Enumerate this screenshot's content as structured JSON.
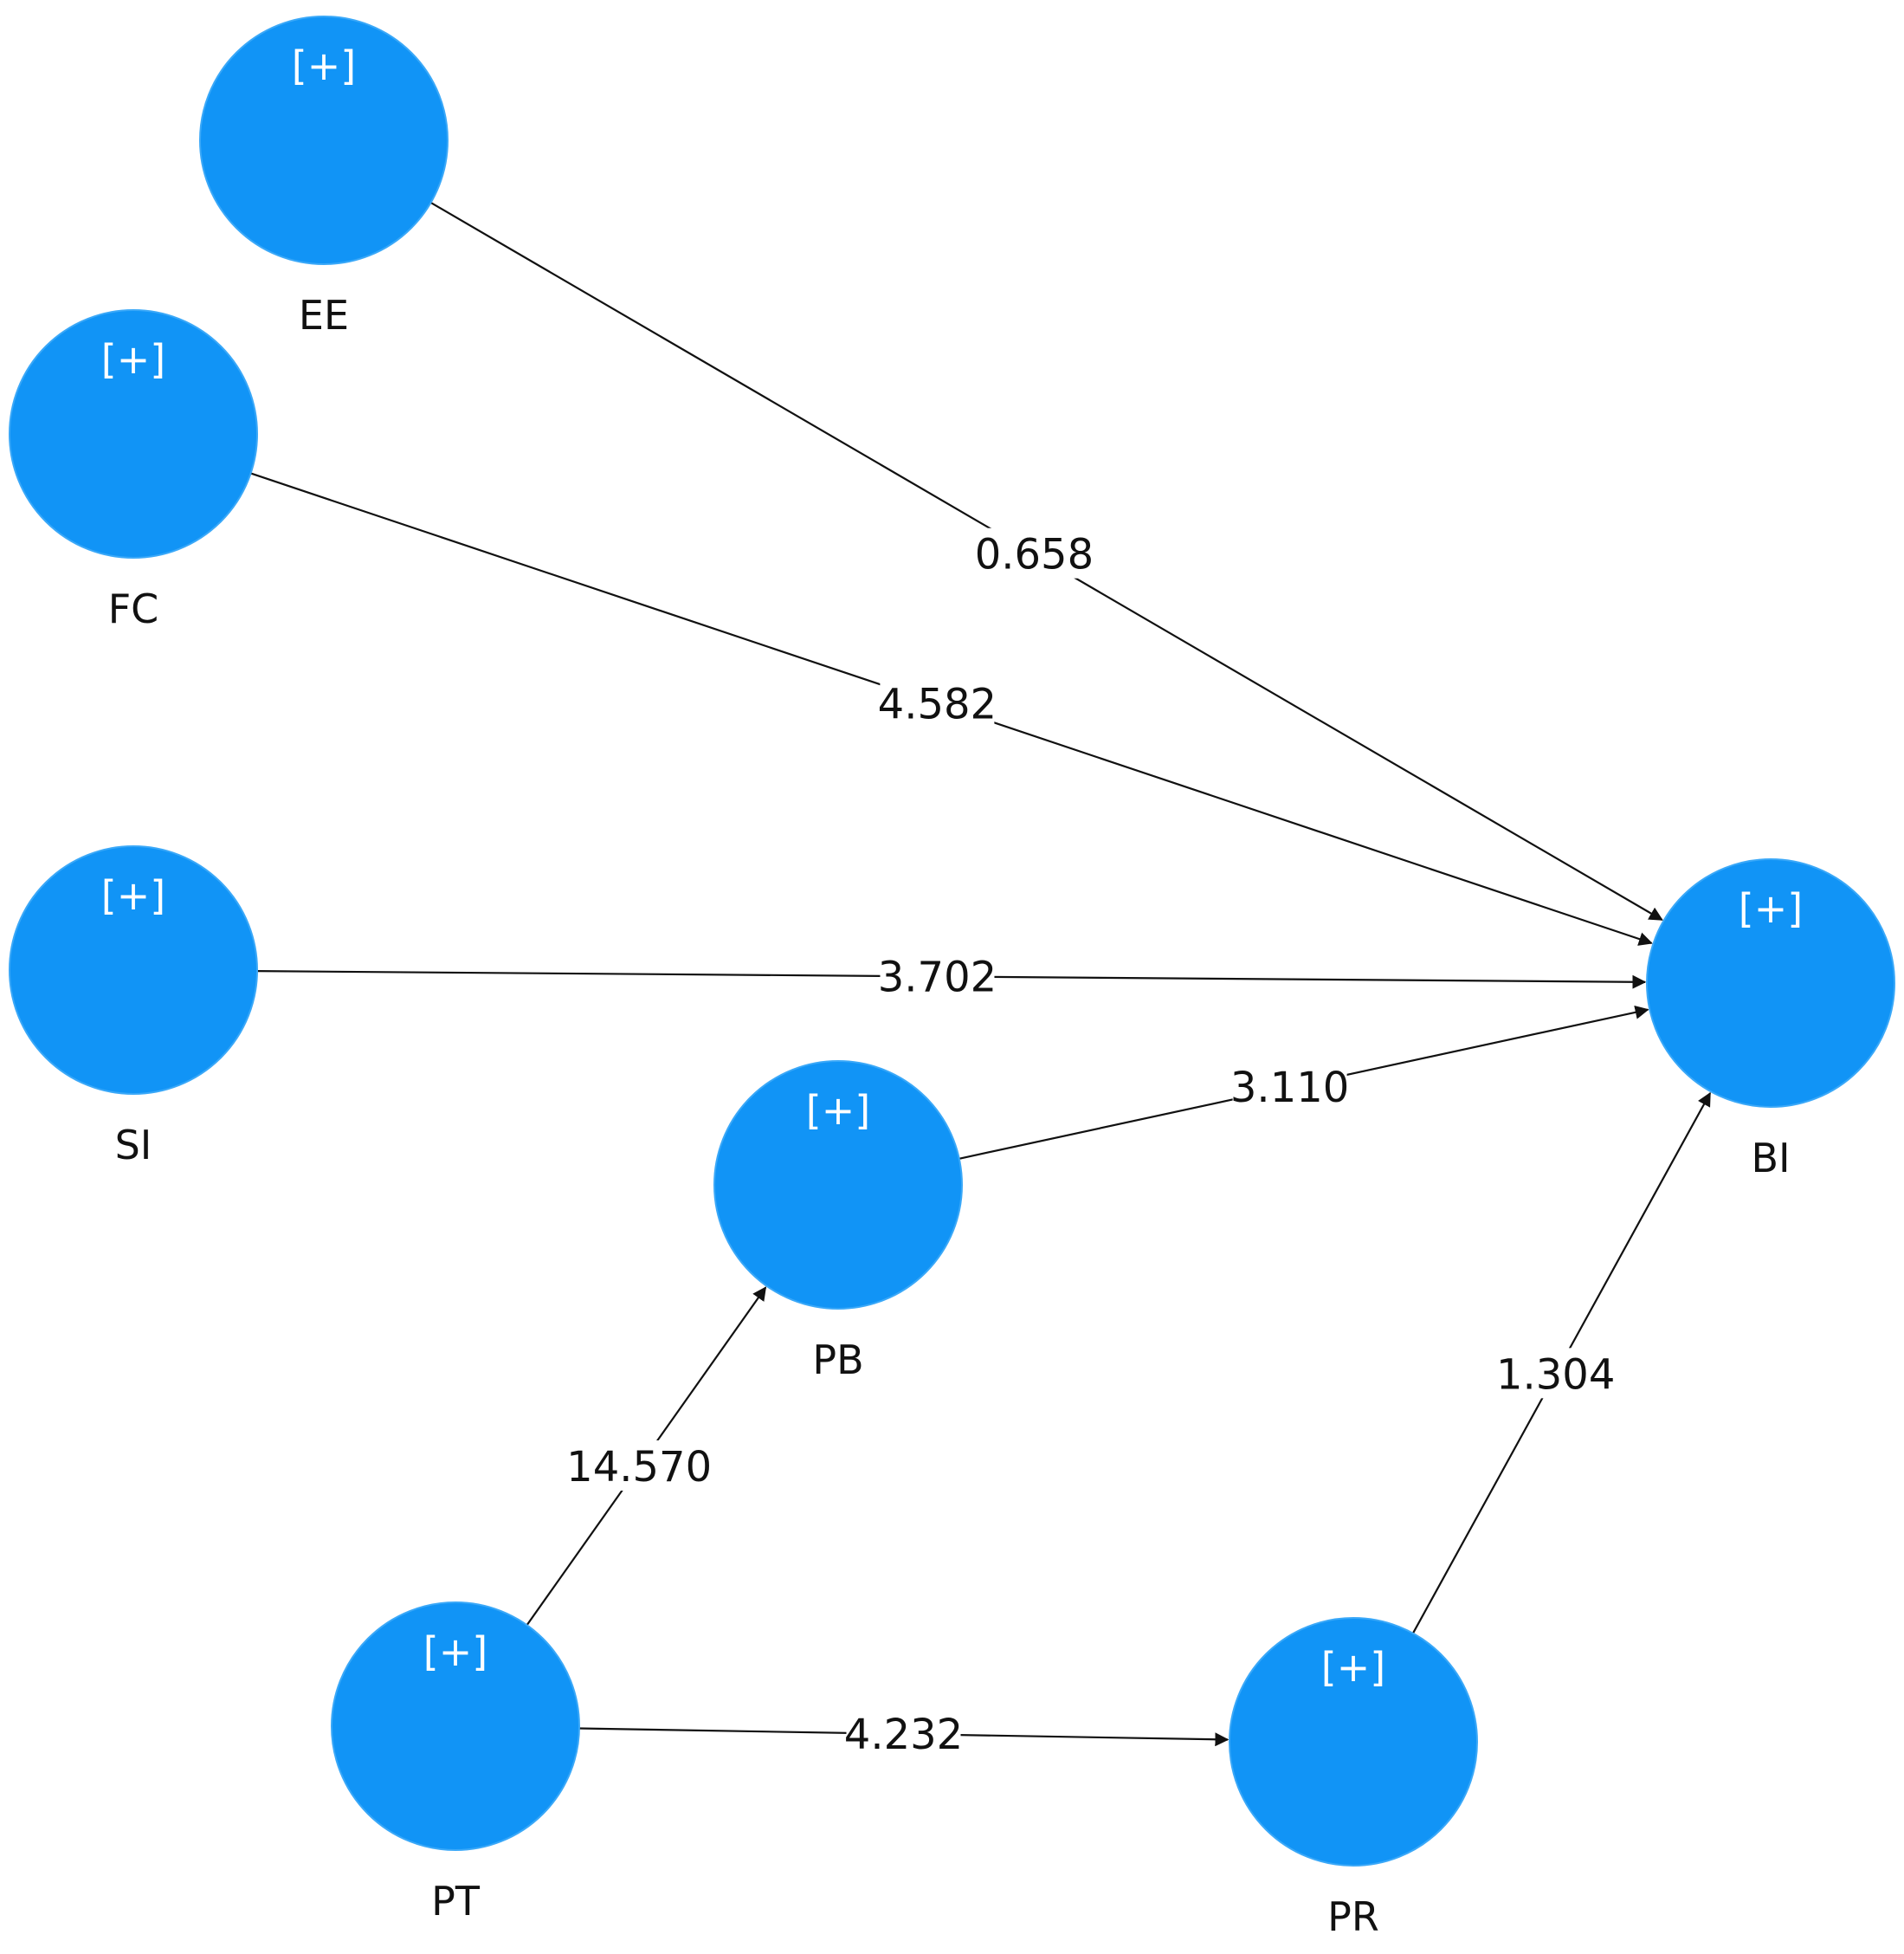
{
  "diagram": {
    "expand_symbol": "[+]",
    "node_color": "#1194f6",
    "nodes": [
      {
        "id": "EE",
        "name": "EE"
      },
      {
        "id": "FC",
        "name": "FC"
      },
      {
        "id": "SI",
        "name": "SI"
      },
      {
        "id": "PB",
        "name": "PB"
      },
      {
        "id": "PT",
        "name": "PT"
      },
      {
        "id": "PR",
        "name": "PR"
      },
      {
        "id": "BI",
        "name": "BI"
      }
    ],
    "paths": [
      {
        "from": "EE",
        "to": "BI",
        "value": "0.658"
      },
      {
        "from": "FC",
        "to": "BI",
        "value": "4.582"
      },
      {
        "from": "SI",
        "to": "BI",
        "value": "3.702"
      },
      {
        "from": "PB",
        "to": "BI",
        "value": "3.110"
      },
      {
        "from": "PT",
        "to": "PB",
        "value": "14.570"
      },
      {
        "from": "PT",
        "to": "PR",
        "value": "4.232"
      },
      {
        "from": "PR",
        "to": "BI",
        "value": "1.304"
      }
    ]
  }
}
